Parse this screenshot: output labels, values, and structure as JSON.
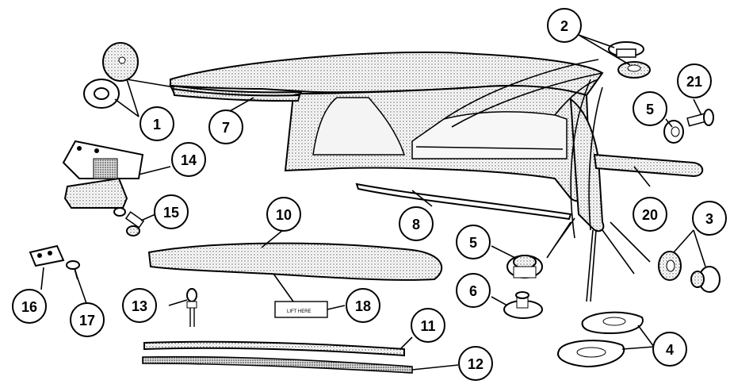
{
  "callouts": [
    {
      "id": "1",
      "label": "1"
    },
    {
      "id": "2",
      "label": "2"
    },
    {
      "id": "3",
      "label": "3"
    },
    {
      "id": "4",
      "label": "4"
    },
    {
      "id": "5a",
      "label": "5"
    },
    {
      "id": "5b",
      "label": "5"
    },
    {
      "id": "6",
      "label": "6"
    },
    {
      "id": "7",
      "label": "7"
    },
    {
      "id": "8",
      "label": "8"
    },
    {
      "id": "10",
      "label": "10"
    },
    {
      "id": "11",
      "label": "11"
    },
    {
      "id": "12",
      "label": "12"
    },
    {
      "id": "13",
      "label": "13"
    },
    {
      "id": "14",
      "label": "14"
    },
    {
      "id": "15",
      "label": "15"
    },
    {
      "id": "16",
      "label": "16"
    },
    {
      "id": "17",
      "label": "17"
    },
    {
      "id": "18",
      "label": "18"
    },
    {
      "id": "20",
      "label": "20"
    },
    {
      "id": "21",
      "label": "21"
    }
  ],
  "label_plate_text": "LIFT HERE"
}
